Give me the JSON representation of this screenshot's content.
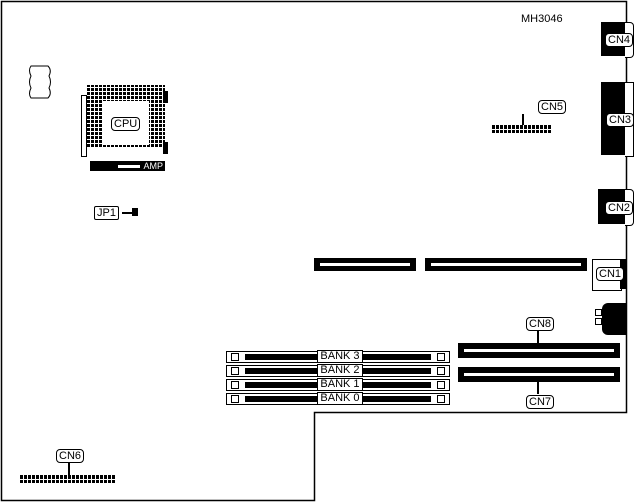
{
  "diagram": {
    "model_id": "MH3046",
    "cpu": {
      "label": "CPU",
      "socket_brand": "AMP"
    },
    "jumpers": [
      {
        "label": "JP1"
      }
    ],
    "connectors": {
      "cn1": "CN1",
      "cn2": "CN2",
      "cn3": "CN3",
      "cn4": "CN4",
      "cn5": "CN5",
      "cn6": "CN6",
      "cn7": "CN7",
      "cn8": "CN8"
    },
    "memory_banks": [
      {
        "label": "BANK 3"
      },
      {
        "label": "BANK 2"
      },
      {
        "label": "BANK 1"
      },
      {
        "label": "BANK 0"
      }
    ]
  }
}
